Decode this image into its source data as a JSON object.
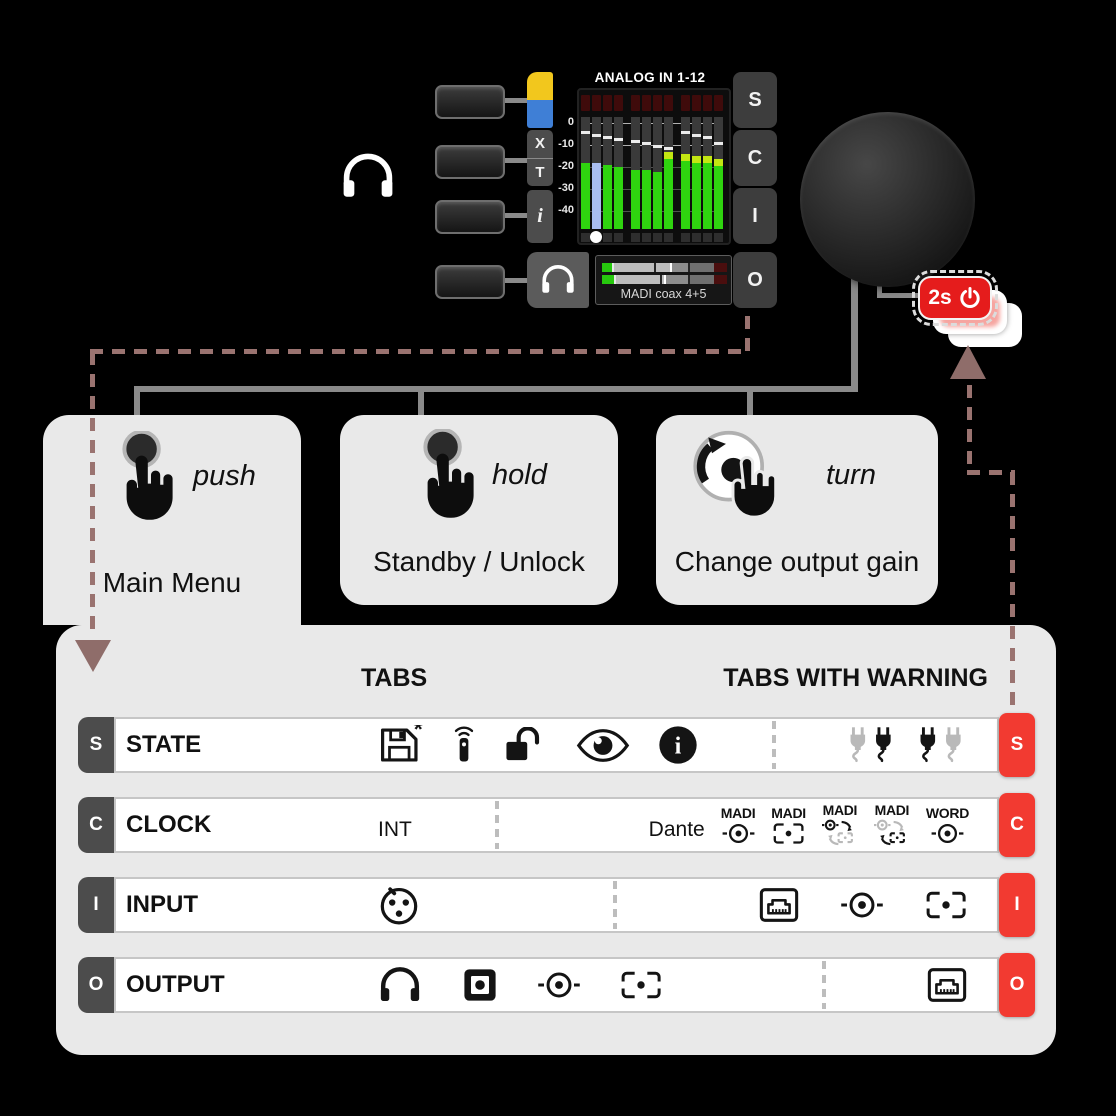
{
  "colors": {
    "accent_red": "#f23a31",
    "badge_red": "#e51c1c",
    "panel_gray": "#e9e9e9",
    "dashed_line": "#9a7370",
    "connector_gray": "#8a8a8a",
    "meter_green": "#2fd40f",
    "meter_selected": "#a9bdf0",
    "swatch_yellow": "#f2c71d",
    "swatch_blue": "#3f7fd6"
  },
  "device": {
    "title": "ANALOG IN 1-12",
    "scale": [
      "0",
      "-10",
      "-20",
      "-30",
      "-40"
    ],
    "side_tabs": [
      {
        "label": "S"
      },
      {
        "label": "C"
      },
      {
        "label": "I"
      },
      {
        "label": "O"
      }
    ],
    "left_keys": {
      "xt_top": "X",
      "xt_bottom": "T",
      "info": "i"
    },
    "output_strip": {
      "label": "MADI coax 4+5"
    },
    "meter": {
      "channels": [
        {
          "level": -18,
          "peak": -5
        },
        {
          "level": -18,
          "peak": -6,
          "selected": true
        },
        {
          "level": -19,
          "peak": -7
        },
        {
          "level": -20,
          "peak": -8
        },
        {
          "level": -21,
          "peak": -9
        },
        {
          "level": -21,
          "peak": -10
        },
        {
          "level": -22,
          "peak": -11
        },
        {
          "level": -13,
          "peak": -12,
          "hot": true
        },
        {
          "level": -14,
          "peak": -5,
          "hot": true
        },
        {
          "level": -15,
          "peak": -6,
          "hot": true
        },
        {
          "level": -15,
          "peak": -7,
          "hot": true
        },
        {
          "level": -16,
          "peak": -10,
          "hot": true
        }
      ]
    }
  },
  "power_badge": {
    "hold_time": "2s"
  },
  "gestures": [
    {
      "verb": "push",
      "action": "Main Menu"
    },
    {
      "verb": "hold",
      "action": "Standby / Unlock"
    },
    {
      "verb": "turn",
      "action": "Change output gain"
    }
  ],
  "menu": {
    "tabs_header": "TABS",
    "warning_header": "TABS WITH WARNING",
    "rows": [
      {
        "key": "S",
        "label": "STATE",
        "warn_key": "S",
        "main_items": [
          {
            "icon": "save-asterisk-icon"
          },
          {
            "icon": "remote-icon"
          },
          {
            "icon": "unlock-icon"
          },
          {
            "icon": "eye-icon"
          },
          {
            "icon": "info-icon"
          }
        ],
        "warn_items": [
          {
            "icon": "plug-pair-warning-a-icon"
          },
          {
            "icon": "plug-pair-warning-b-icon"
          }
        ]
      },
      {
        "key": "C",
        "label": "CLOCK",
        "warn_key": "C",
        "main_items": [
          {
            "text": "INT"
          }
        ],
        "warn_items": [
          {
            "text": "Dante"
          },
          {
            "icon": "coax-icon",
            "label": "MADI"
          },
          {
            "icon": "optical-icon",
            "label": "MADI"
          },
          {
            "icon": "madi-redundant-coax-icon",
            "label": "MADI"
          },
          {
            "icon": "madi-redundant-optical-icon",
            "label": "MADI"
          },
          {
            "icon": "coax-icon",
            "label": "WORD"
          }
        ]
      },
      {
        "key": "I",
        "label": "INPUT",
        "warn_key": "I",
        "main_items": [
          {
            "icon": "xlr-icon"
          }
        ],
        "warn_items": [
          {
            "icon": "network-icon"
          },
          {
            "icon": "coax-icon"
          },
          {
            "icon": "optical-icon"
          }
        ]
      },
      {
        "key": "O",
        "label": "OUTPUT",
        "warn_key": "O",
        "main_items": [
          {
            "icon": "headphones-icon"
          },
          {
            "icon": "optical-filled-icon"
          },
          {
            "icon": "coax-icon"
          },
          {
            "icon": "optical-icon"
          }
        ],
        "warn_items": [
          {
            "icon": "network-icon"
          }
        ]
      }
    ]
  }
}
